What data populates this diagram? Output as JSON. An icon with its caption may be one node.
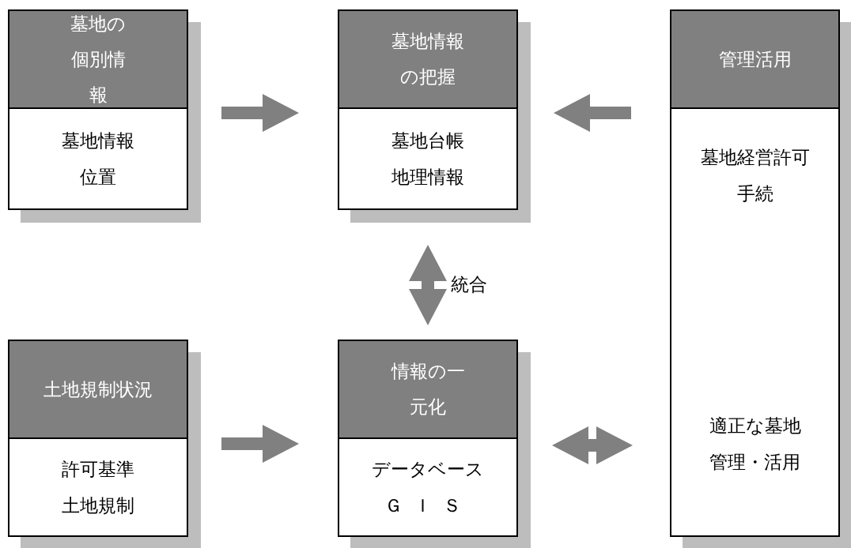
{
  "diagram": {
    "nodes": [
      {
        "text": [
          "墓地の個別情報",
          "墓地情報位置"
        ]
      },
      {
        "text": [
          "墓地情報の把握",
          "墓地台帳地理情報"
        ]
      },
      {
        "text": [
          "管理活用",
          "墓地経営許可手続",
          "適正な墓地管理・活用"
        ]
      },
      {
        "text": [
          "土地規制状況",
          "許可基準土地規制"
        ]
      },
      {
        "text": [
          "情報の一元化",
          "データベースＧＩＳ"
        ]
      }
    ],
    "edges": [
      {
        "from": 0,
        "to": 1,
        "arrow": "to"
      },
      {
        "from": 2,
        "to": 1,
        "arrow": "to"
      },
      {
        "from": 1,
        "to": 4,
        "arrow": "both",
        "label": "統合"
      },
      {
        "from": 3,
        "to": 4,
        "arrow": "to"
      },
      {
        "from": 4,
        "to": 2,
        "arrow": "both"
      }
    ]
  }
}
